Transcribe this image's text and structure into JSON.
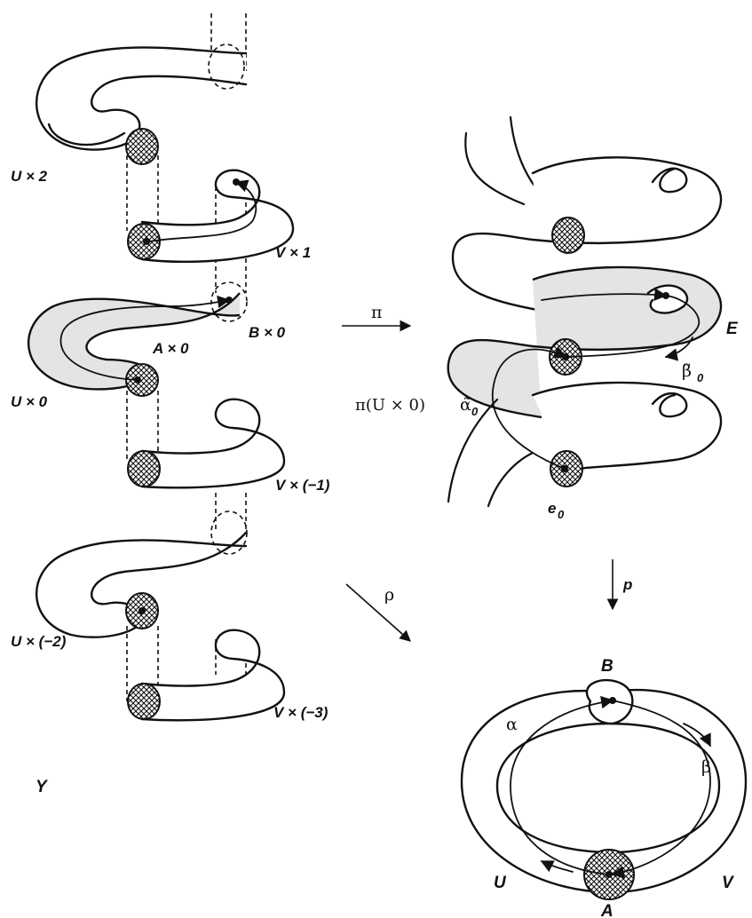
{
  "labels": {
    "u2": "U × 2",
    "v1": "V × 1",
    "b0": "B × 0",
    "a0": "A × 0",
    "u0": "U × 0",
    "vm1": "V × (−1)",
    "um2": "U × (−2)",
    "vm3": "V × (−3)",
    "y": "Y",
    "pi": "π",
    "rho": "ρ",
    "p": "p",
    "e_space": "E",
    "beta0": "β̃",
    "beta0_sub": "0",
    "pi_u0": "π(U × 0)",
    "alpha0": "α̃",
    "alpha0_sub": "0",
    "e0": "e",
    "e0_sub": "0",
    "b": "B",
    "alpha": "α",
    "beta": "β",
    "u": "U",
    "v": "V",
    "a": "A"
  }
}
